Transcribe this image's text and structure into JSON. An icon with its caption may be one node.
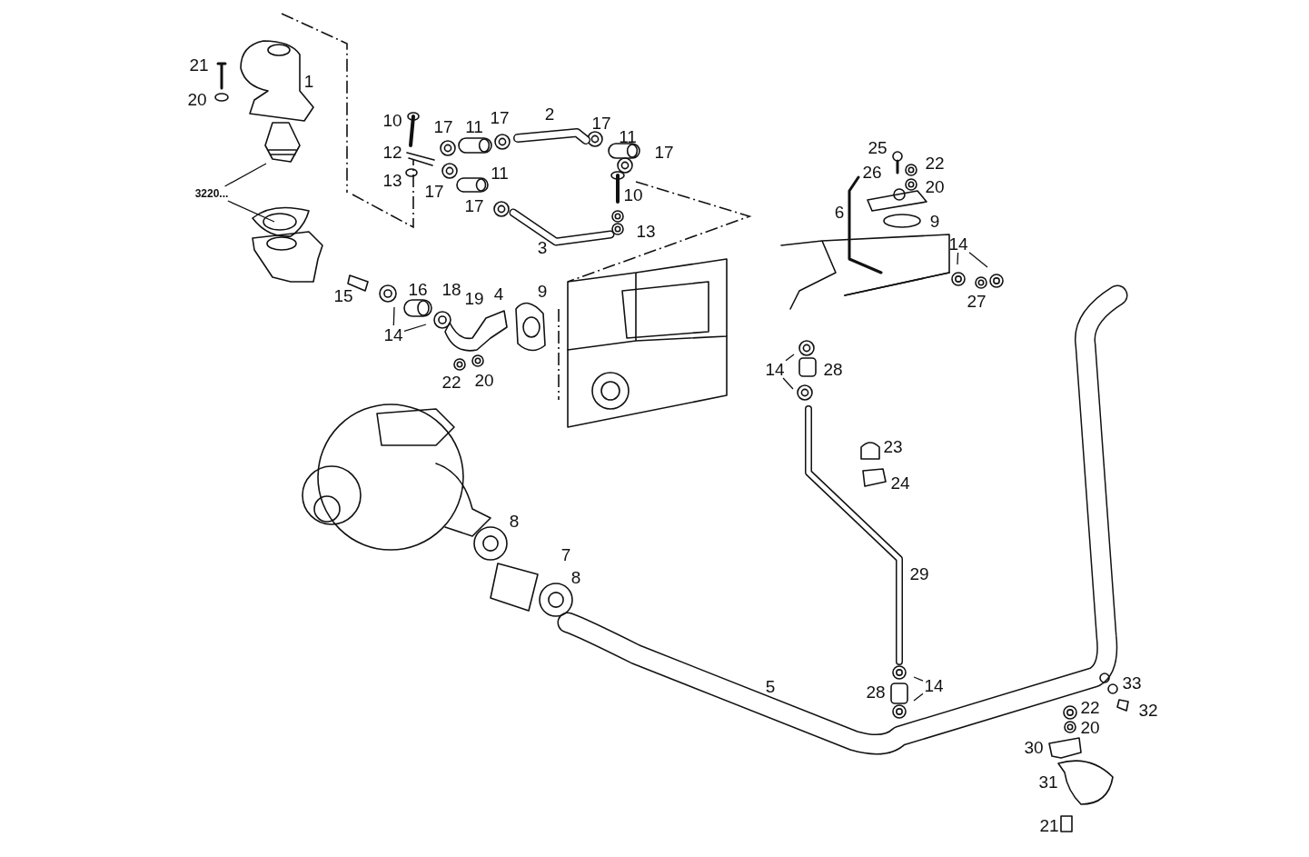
{
  "diagram": {
    "nodes": [
      {
        "text": [
          "3220..."
        ]
      },
      {
        "text": [
          "14"
        ]
      },
      {
        "text": [
          "14"
        ]
      },
      {
        "text": [
          "14"
        ]
      },
      {
        "text": [
          "14"
        ]
      }
    ],
    "edges": [
      {
        "from": 0,
        "to": null,
        "arrow": "none"
      },
      {
        "from": 0,
        "to": null,
        "arrow": "none"
      },
      {
        "from": 1,
        "to": null,
        "arrow": "none"
      },
      {
        "from": 1,
        "to": null,
        "arrow": "none"
      },
      {
        "from": 2,
        "to": null,
        "arrow": "none"
      },
      {
        "from": 2,
        "to": null,
        "arrow": "none"
      },
      {
        "from": 3,
        "to": null,
        "arrow": "none"
      },
      {
        "from": 3,
        "to": null,
        "arrow": "none"
      },
      {
        "from": 4,
        "to": null,
        "arrow": "none"
      },
      {
        "from": 4,
        "to": null,
        "arrow": "none"
      }
    ],
    "labels": [
      "21",
      "1",
      "20",
      "10",
      "17",
      "11",
      "17",
      "2",
      "17",
      "11",
      "12",
      "17",
      "25",
      "22",
      "13",
      "17",
      "17",
      "11",
      "10",
      "26",
      "20",
      "3",
      "13",
      "6",
      "9",
      "15",
      "16",
      "18",
      "19",
      "4",
      "9",
      "27",
      "22",
      "20",
      "28",
      "23",
      "24",
      "8",
      "7",
      "8",
      "29",
      "5",
      "28",
      "22",
      "33",
      "32",
      "20",
      "30",
      "31",
      "21"
    ]
  }
}
